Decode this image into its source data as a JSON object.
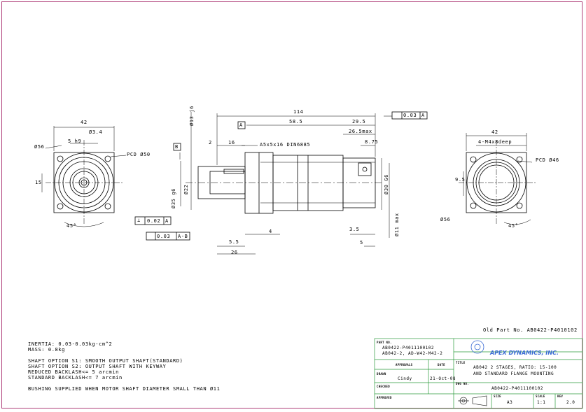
{
  "dims": {
    "overall_length": "114",
    "len_58_5": "58.5",
    "len_29_5": "29.5",
    "len_26_5": "26.5max",
    "len_8_75": "8.75",
    "len_2": "2",
    "len_16": "16",
    "len_4": "4",
    "len_5_5": "5.5",
    "len_26": "26",
    "len_3_5": "3.5",
    "len_5": "5",
    "keyway": "A5x5x16 DIN6885",
    "shaft_dia": "Ø13 j6",
    "bore_dia": "Ø22",
    "pilot_dia": "Ø35 g6",
    "body_dia": "Ø11 max",
    "motor_pilot": "Ø30 G6",
    "datum_a": "A",
    "datum_b": "B",
    "parallel_tol": "0.03",
    "perp_tol": "0.02",
    "runout_tol": "0.03",
    "runout_ref": "A-B",
    "left_square": "42",
    "left_dia_34": "Ø3.4",
    "left_key": "5 h9",
    "left_dia_56": "Ø56",
    "left_pcd": "PCD Ø50",
    "left_15": "15",
    "left_45": "45°",
    "right_square": "42",
    "right_holes": "4-M4x8deep",
    "right_pcd": "PCD Ø46",
    "right_9_5": "9.5",
    "right_dia_56": "Ø56",
    "right_45": "45°"
  },
  "old_part": "Old Part No. AB0422-P4010102",
  "notes": [
    "INERTIA:  0.03-0.03kg-cm^2",
    "MASS: 0.8kg",
    "",
    "SHAFT OPTION S1: SMOOTH OUTPUT SHAFT(STANDARD)",
    "SHAFT OPTION S2: OUTPUT SHAFT WITH KEYWAY",
    "REDUCED BACKLASH<= 5 arcmin",
    "STANDARD BACKLASH<= 7 arcmin",
    "",
    "BUSHING SUPPLIED WHEN MOTOR SHAFT DIAMETER SMALL THAN Ø11"
  ],
  "title_block": {
    "part_no_label": "PART NO.",
    "part_no_1": "AB0422-P4011100102",
    "part_no_2": "AB042-2, AD-W42-M42-2",
    "brand": "APEX DYNAMICS, INC.",
    "approvals_label": "APPROVALS",
    "date_label": "DATE",
    "title_label": "TITLE",
    "title_1": "AB042 2 STAGES, RATIO: 15-100",
    "title_2": "AND STANDARD FLANGE MOUNTING",
    "drawn_label": "DRAWN",
    "drawn_by": "Cindy",
    "drawn_date": "21-Oct-08",
    "checked_label": "CHECKED",
    "dwg_no_label": "DWG NO.",
    "dwg_no": "AB0422-P4011100102",
    "approved_label": "APPROVED",
    "size_label": "SIZE",
    "size": "A3",
    "scale_label": "SCALE",
    "scale": "1:1",
    "rev_label": "REV",
    "rev": "2.0"
  }
}
